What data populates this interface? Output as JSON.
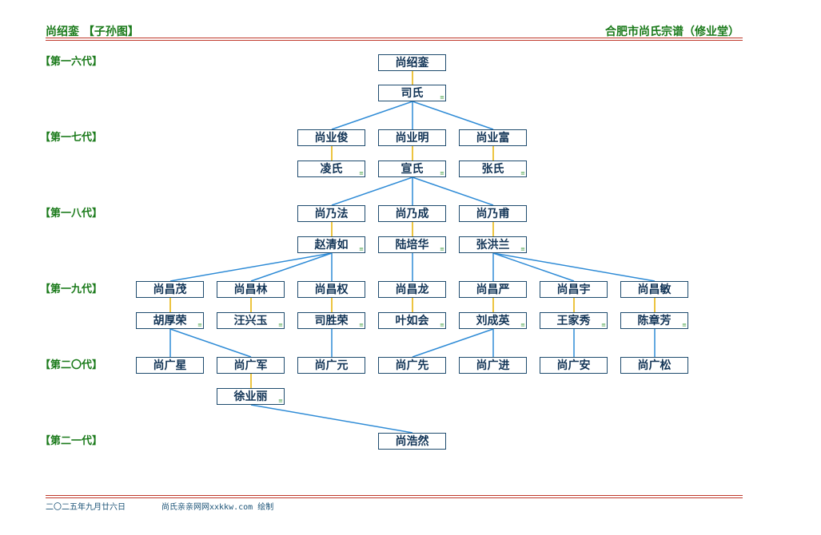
{
  "header": {
    "left": "尚绍銮  【子孙图】",
    "right": "合肥市尚氏宗谱（修业堂）"
  },
  "generations": [
    "【第一六代】",
    "【第一七代】",
    "【第一八代】",
    "【第一九代】",
    "【第二〇代】",
    "【第二一代】"
  ],
  "nodes": {
    "shao_luan": "尚绍銮",
    "si_shi": "司氏",
    "ye_jun": "尚业俊",
    "ye_ming": "尚业明",
    "ye_fu": "尚业富",
    "ling_shi": "凌氏",
    "xuan_shi": "宣氏",
    "zhang_shi": "张氏",
    "nai_fa": "尚乃法",
    "nai_cheng": "尚乃成",
    "nai_fu": "尚乃甫",
    "zhao_qingru": "赵清如",
    "lu_peihua": "陆培华",
    "zhang_honglan": "张洪兰",
    "chang_mao": "尚昌茂",
    "chang_lin": "尚昌林",
    "chang_quan": "尚昌权",
    "chang_long": "尚昌龙",
    "chang_yan": "尚昌严",
    "chang_yu": "尚昌宇",
    "chang_min": "尚昌敏",
    "hu_hourong": "胡厚荣",
    "wang_xingyu": "汪兴玉",
    "si_shengrong": "司胜荣",
    "ye_ruhui": "叶如会",
    "liu_chengying": "刘成英",
    "wang_jiaxiu": "王家秀",
    "chen_zhangfang": "陈章芳",
    "guang_xing": "尚广星",
    "guang_jun": "尚广军",
    "guang_yuan": "尚广元",
    "guang_xian": "尚广先",
    "guang_jin": "尚广进",
    "guang_an": "尚广安",
    "guang_song": "尚广松",
    "xu_yeli": "徐业丽",
    "hao_ran": "尚浩然"
  },
  "footer": {
    "date": "二〇二五年九月廿六日",
    "credit": "尚氏亲亲网网xxkkw.com 绘制"
  },
  "colors": {
    "green": "#1a7a1a",
    "red_rule": "#c0392b",
    "blue_line": "#2e8bd6",
    "gold_line": "#e5b000",
    "node_border": "#1e4b6e"
  }
}
